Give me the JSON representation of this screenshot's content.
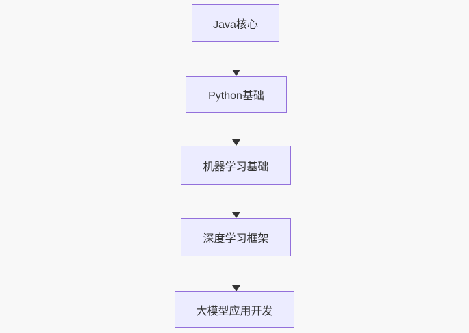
{
  "diagram": {
    "type": "flowchart",
    "direction": "top-down",
    "nodes": [
      {
        "id": "n1",
        "label": "Java核心"
      },
      {
        "id": "n2",
        "label": "Python基础"
      },
      {
        "id": "n3",
        "label": "机器学习基础"
      },
      {
        "id": "n4",
        "label": "深度学习框架"
      },
      {
        "id": "n5",
        "label": "大模型应用开发"
      }
    ],
    "edges": [
      {
        "from": "Java核心",
        "to": "Python基础"
      },
      {
        "from": "Python基础",
        "to": "机器学习基础"
      },
      {
        "from": "机器学习基础",
        "to": "深度学习框架"
      },
      {
        "from": "深度学习框架",
        "to": "大模型应用开发"
      }
    ],
    "colors": {
      "background": "#f8f8f8",
      "node_fill": "#ECECFF",
      "node_border": "#9370DB",
      "edge": "#333333",
      "text": "#333333"
    }
  }
}
